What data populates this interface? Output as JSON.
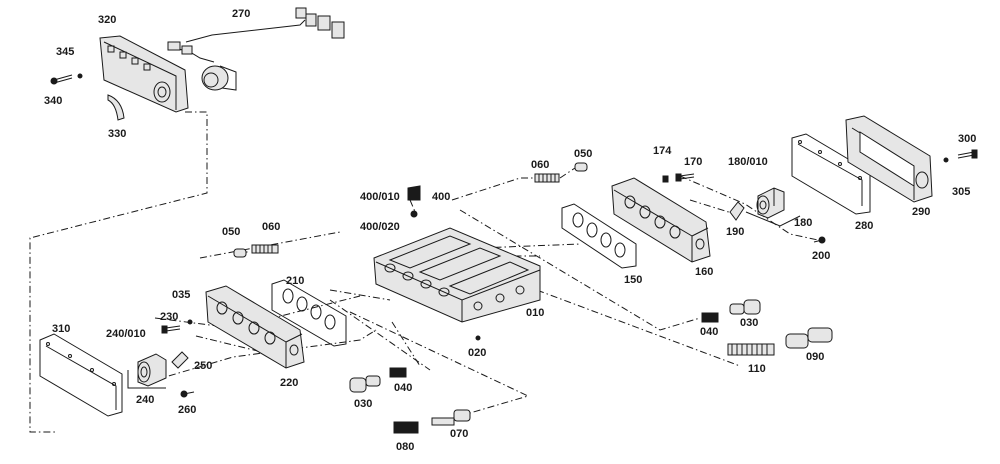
{
  "colors": {
    "ink": "#1a1a1a",
    "fill": "#e6e6e6",
    "paper": "#ffffff"
  },
  "labels": {
    "p320": "320",
    "p270": "270",
    "p345": "345",
    "p340": "340",
    "p330": "330",
    "p060a": "060",
    "p050a": "050",
    "p174": "174",
    "p170": "170",
    "p180010": "180/010",
    "p300": "300",
    "p400010": "400/010",
    "p400": "400",
    "p400020": "400/020",
    "p305": "305",
    "p290": "290",
    "p190": "190",
    "p180": "180",
    "p280": "280",
    "p200": "200",
    "p050b": "050",
    "p060b": "060",
    "p150": "150",
    "p160": "160",
    "p210": "210",
    "p035": "035",
    "p010": "010",
    "p230": "230",
    "p310": "310",
    "p240010": "240/010",
    "p040a": "040",
    "p030a": "030",
    "p020": "020",
    "p250": "250",
    "p220": "220",
    "p110": "110",
    "p090": "090",
    "p040b": "040",
    "p240": "240",
    "p260": "260",
    "p030b": "030",
    "p070": "070",
    "p080": "080"
  }
}
